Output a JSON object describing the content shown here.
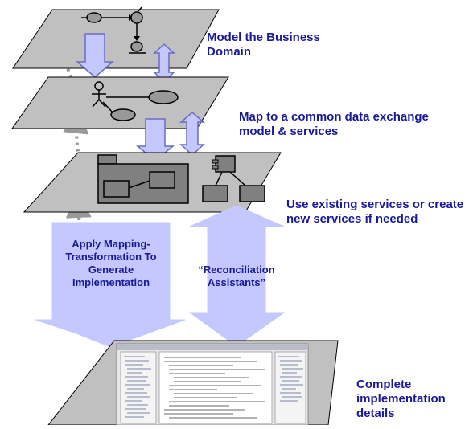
{
  "layers": {
    "business_domain": {
      "label": "Model the Business Domain"
    },
    "common_model": {
      "label": "Map to a common data exchange model & services"
    },
    "services": {
      "label": "Use existing services or create new services if needed"
    },
    "implementation": {
      "label": "Complete implementation details"
    }
  },
  "arrows": {
    "mapping": {
      "label": "Apply Mapping- Transformation To Generate Implementation"
    },
    "reconciliation": {
      "label": "“Reconciliation Assistants”"
    }
  },
  "colors": {
    "plane_fill": "#c0c0c0",
    "plane_stroke": "#000000",
    "arrow_fill": "#c4c8ff",
    "arrow_stroke": "#6b6bc2",
    "label_text": "#1a1a99",
    "shape_fill": "#999999",
    "dotted_arrow": "#999999"
  }
}
